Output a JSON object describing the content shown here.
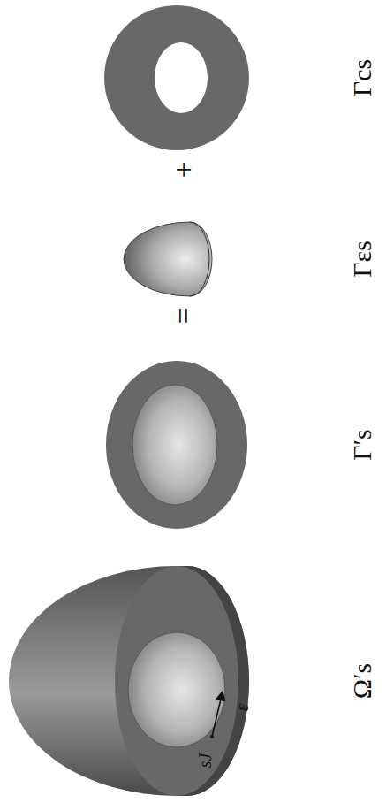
{
  "diagram": {
    "labels": [
      "Ω′s",
      "sJ",
      "ε",
      "Γ′s",
      "=",
      "Γεs",
      "+",
      "Γcs"
    ]
  }
}
